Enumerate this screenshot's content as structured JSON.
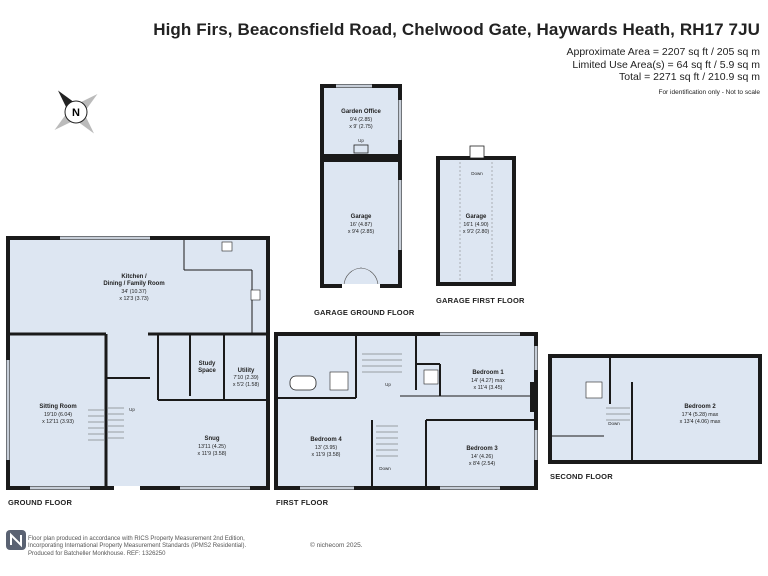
{
  "header": {
    "address": "High Firs, Beaconsfield Road, Chelwood Gate, Haywards Heath, RH17 7JU",
    "approx_area": "Approximate Area = 2207 sq ft / 205 sq m",
    "limited_use": "Limited Use Area(s) = 64 sq ft / 5.9 sq m",
    "total": "Total = 2271 sq ft / 210.9 sq m",
    "note": "For identification only - Not to scale"
  },
  "compass": {
    "label": "N"
  },
  "floors": {
    "ground": "GROUND FLOOR",
    "first": "FIRST FLOOR",
    "second": "SECOND FLOOR",
    "garage_ground": "GARAGE GROUND FLOOR",
    "garage_first": "GARAGE FIRST FLOOR"
  },
  "rooms": {
    "garden_office": {
      "name": "Garden Office",
      "d1": "9'4 (2.85)",
      "d2": "x 9' (2.75)"
    },
    "garage_ground": {
      "name": "Garage",
      "d1": "16' (4.87)",
      "d2": "x 9'4 (2.85)"
    },
    "garage_first": {
      "name": "Garage",
      "d1": "16'1 (4.90)",
      "d2": "x 9'2 (2.80)"
    },
    "kitchen": {
      "name1": "Kitchen /",
      "name2": "Dining / Family Room",
      "d1": "34' (10.37)",
      "d2": "x 12'3 (3.73)"
    },
    "sitting": {
      "name": "Sitting Room",
      "d1": "19'10 (6.04)",
      "d2": "x 12'11 (3.93)"
    },
    "study": {
      "name1": "Study",
      "name2": "Space"
    },
    "utility": {
      "name": "Utility",
      "d1": "7'10 (2.39)",
      "d2": "x 5'2 (1.58)"
    },
    "snug": {
      "name": "Snug",
      "d1": "13'11 (4.25)",
      "d2": "x 11'9 (3.58)"
    },
    "bedroom1": {
      "name": "Bedroom 1",
      "d1": "14' (4.27) max",
      "d2": "x 11'4 (3.45)"
    },
    "bedroom4": {
      "name": "Bedroom 4",
      "d1": "13' (3.95)",
      "d2": "x 11'9 (3.58)"
    },
    "bedroom3": {
      "name": "Bedroom 3",
      "d1": "14' (4.26)",
      "d2": "x 8'4 (2.54)"
    },
    "bedroom2": {
      "name": "Bedroom 2",
      "d1": "17'4 (5.28) max",
      "d2": "x 13'4 (4.06) max"
    }
  },
  "stairs": {
    "up": "Up",
    "down": "Down"
  },
  "footer": {
    "line1": "Floor plan produced in accordance with RICS Property Measurement 2nd Edition,",
    "line2": "Incorporating International Property Measurement Standards (IPMS2 Residential).",
    "line3": "Produced for Batcheller Monkhouse.   REF:  1326250",
    "copyright": "© nichecom 2025."
  },
  "colors": {
    "room_fill": "#dde6f2",
    "wall": "#1a1a1a",
    "window": "#9aa3b0"
  }
}
